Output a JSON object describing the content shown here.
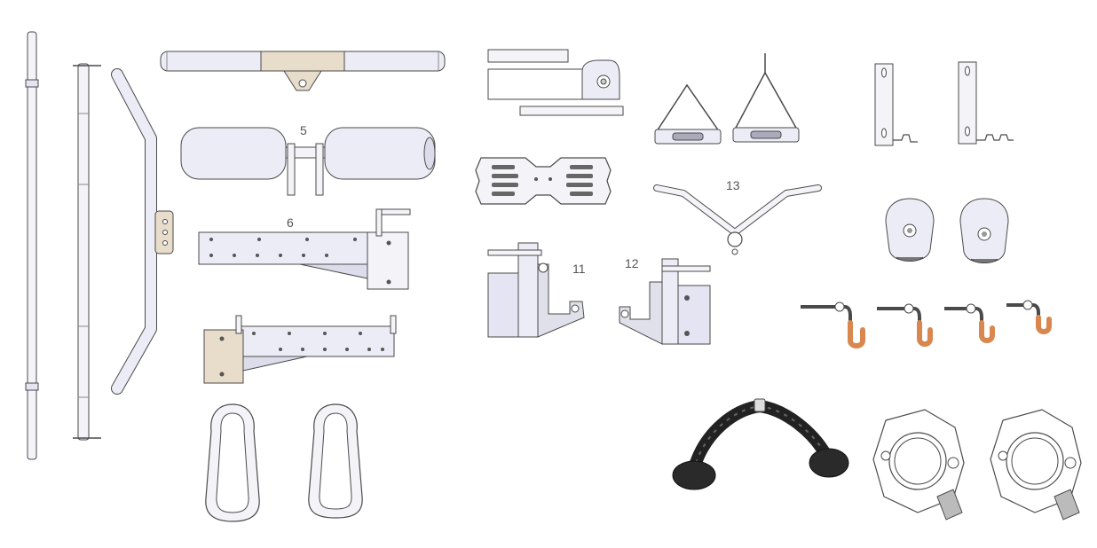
{
  "palette": {
    "stroke": "#4a4a4a",
    "fill_light": "#f4f4f8",
    "fill_lavender": "#e4e4f2",
    "fill_tan": "#e8dccb",
    "copper": "#d9874f",
    "rope_dark": "#222222"
  },
  "labels": {
    "roller_pad": "5",
    "j_hook_arm": "6",
    "hook_left": "11",
    "hook_right": "12",
    "v_bar": "13"
  }
}
